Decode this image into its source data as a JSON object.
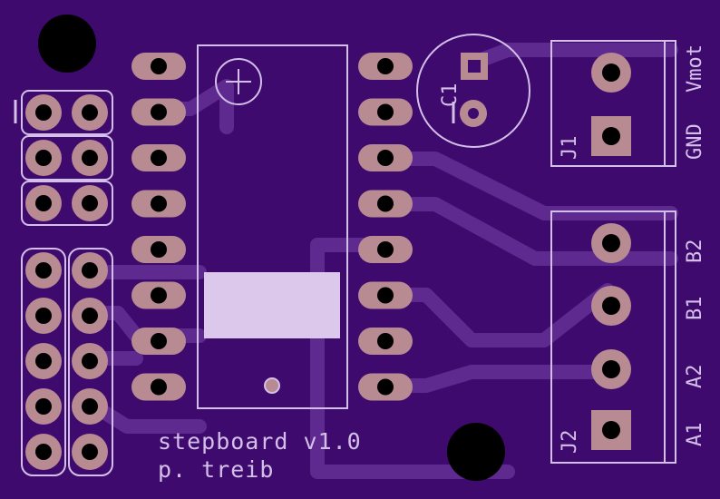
{
  "board": {
    "title": "stepboard v1.0",
    "author": "p. treib",
    "colors": {
      "board": "#3e0a6e",
      "trace": "#5e2a90",
      "pad": "#b88a92",
      "silk": "#d3bfe8"
    }
  },
  "connector_j1": {
    "ref": "J1",
    "pin1": "GND",
    "pin2": "Vmot"
  },
  "connector_j2": {
    "ref": "J2",
    "pins": [
      "A1",
      "A2",
      "B1",
      "B2"
    ]
  },
  "capacitor": {
    "ref": "C1"
  },
  "ic": {
    "pins_per_side": 8
  }
}
